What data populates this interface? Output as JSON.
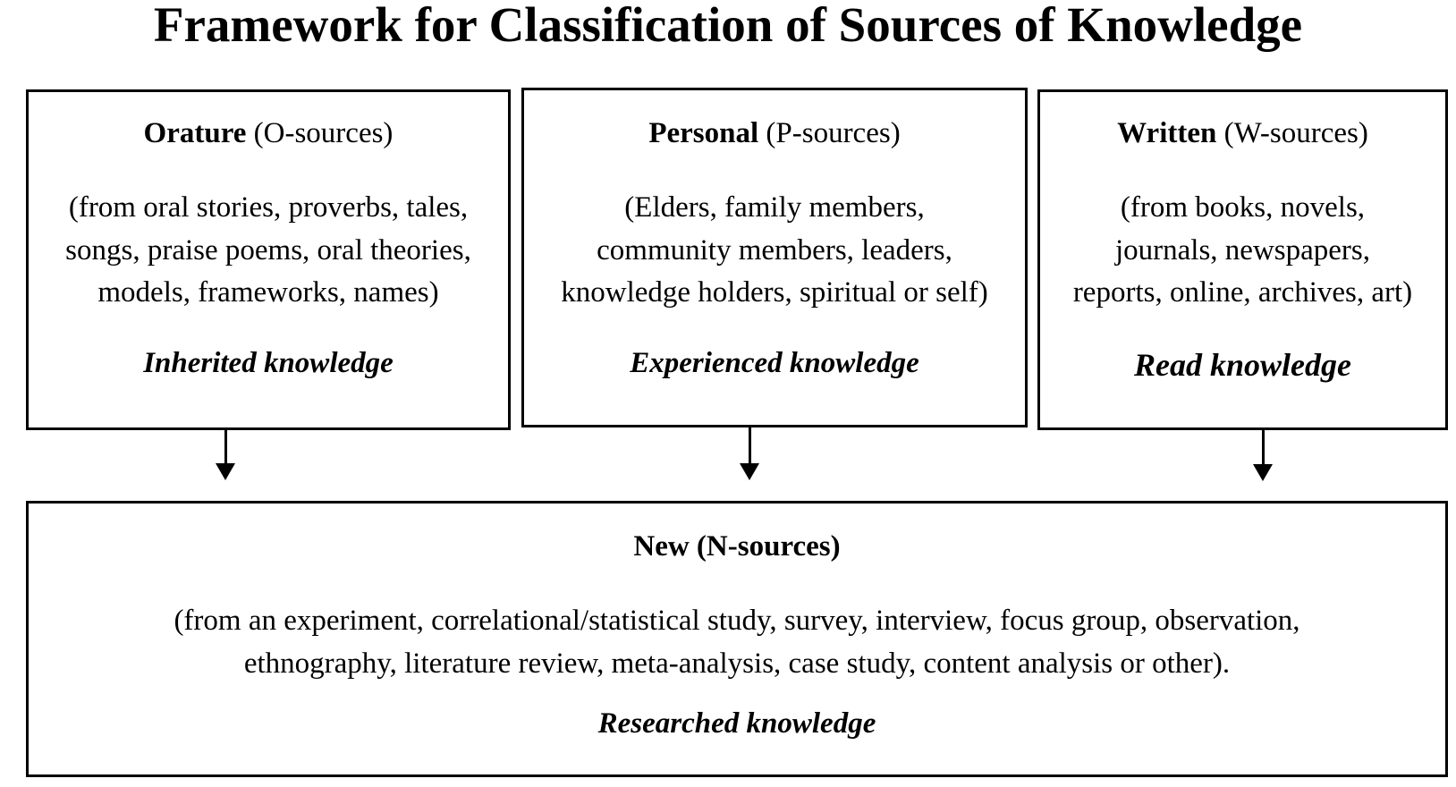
{
  "title": "Framework for Classification of Sources of Knowledge",
  "boxes": {
    "orature": {
      "name": "Orature",
      "code": " (O-sources)",
      "description": "(from oral stories, proverbs, tales,\nsongs, praise poems, oral theories,\nmodels, frameworks, names)",
      "caption": "Inherited knowledge"
    },
    "personal": {
      "name": "Personal",
      "code": " (P-sources)",
      "description": "(Elders, family members,\ncommunity members, leaders,\nknowledge holders, spiritual or self)",
      "caption": "Experienced knowledge"
    },
    "written": {
      "name": "Written",
      "code": " (W-sources)",
      "description": "(from books, novels,\njournals, newspapers,\nreports, online, archives, art)",
      "caption": "Read knowledge"
    },
    "new": {
      "heading": "New (N-sources)",
      "description": "(from an experiment, correlational/statistical study, survey, interview, focus group, observation,\nethnography, literature review, meta-analysis, case study, content analysis or other).",
      "caption": "Researched knowledge"
    }
  }
}
